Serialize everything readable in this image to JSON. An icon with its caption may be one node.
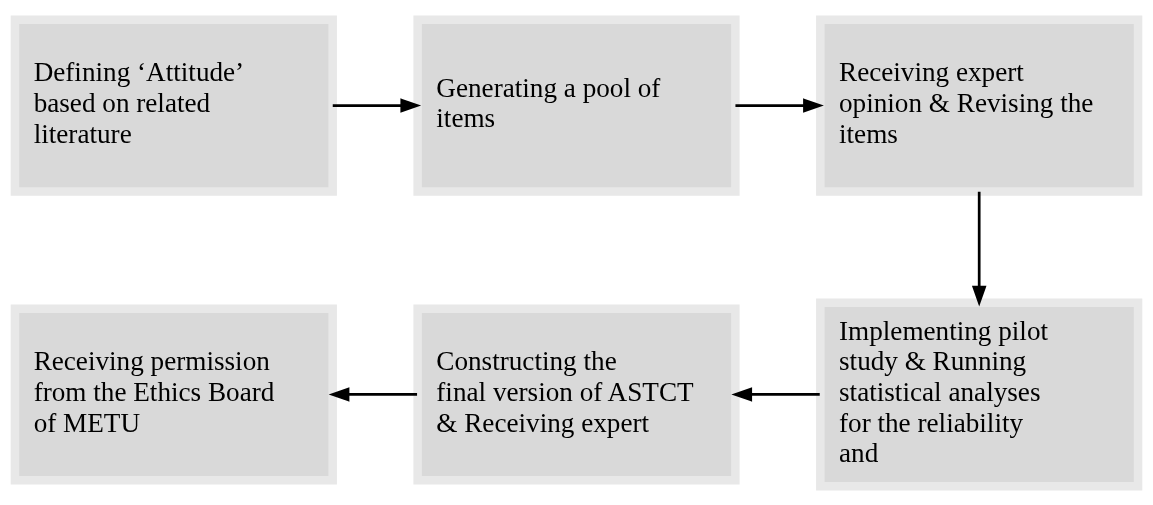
{
  "diagram": {
    "nodes": [
      {
        "text": [
          "Defining ‘Attitude’ based on related literature"
        ]
      },
      {
        "text": [
          "Generating a pool of items"
        ]
      },
      {
        "text": [
          "Receiving expert opinion & Revising the items"
        ]
      },
      {
        "text": [
          "Implementing pilot study & Running statistical analyses for the reliability and"
        ]
      },
      {
        "text": [
          " Constructing the final version of ASTCT & Receiving expert"
        ]
      },
      {
        "text": [
          "Receiving permission from the Ethics Board of METU"
        ]
      }
    ],
    "edges": [
      {
        "from": 0,
        "to": 1,
        "arrow": "to"
      },
      {
        "from": 1,
        "to": 2,
        "arrow": "to"
      },
      {
        "from": 2,
        "to": 3,
        "arrow": "to"
      },
      {
        "from": 3,
        "to": 4,
        "arrow": "to"
      },
      {
        "from": 4,
        "to": 5,
        "arrow": "to"
      }
    ]
  }
}
